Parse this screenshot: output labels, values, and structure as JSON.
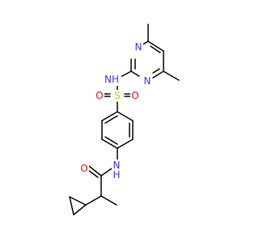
{
  "molecule": {
    "atoms": {
      "n_ring1": "N",
      "n_ring2": "N",
      "nh_sulfonamide": "NH",
      "s_sulfonyl": "S",
      "o_left": "O",
      "o_right": "O",
      "nh_amide": "N",
      "h_amide": "H",
      "o_carbonyl": "O"
    },
    "colors": {
      "bond": "#000000",
      "nitrogen": "#3333ff",
      "oxygen": "#ff0000",
      "sulfur": "#cccc00"
    }
  }
}
